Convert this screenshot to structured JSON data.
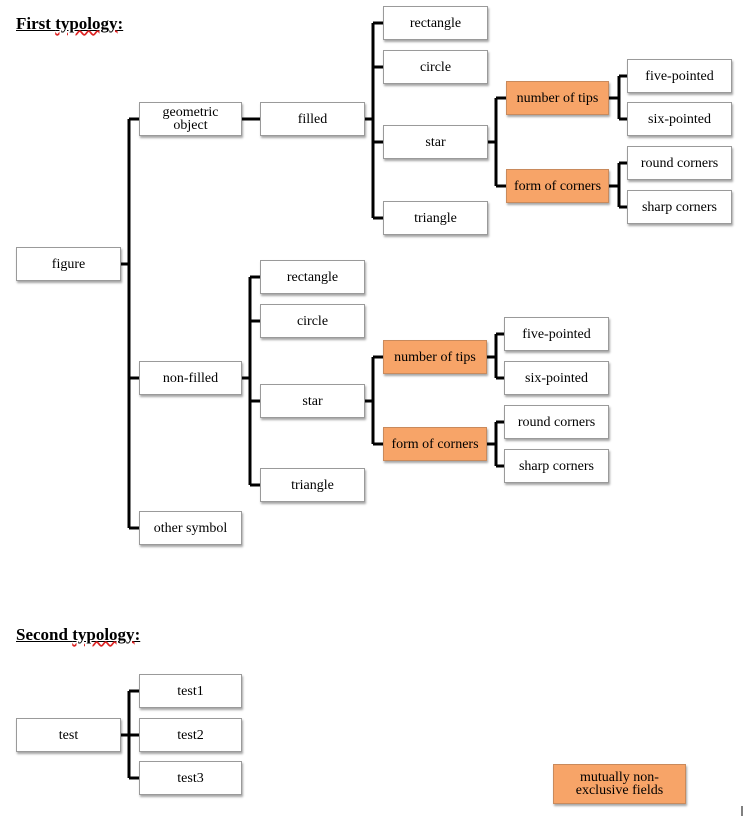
{
  "headings": {
    "first": {
      "prefix": "First ",
      "squiggle": "typology",
      "suffix": ":"
    },
    "second": {
      "prefix": "Second ",
      "squiggle": "typology",
      "suffix": ":"
    }
  },
  "colors": {
    "highlight": "#f7a468",
    "line": "#000000",
    "border": "#9a9a9a"
  },
  "first_typology": {
    "root": "figure",
    "geometric_object": "geometric object",
    "filled": "filled",
    "filled_children": {
      "rectangle": "rectangle",
      "circle": "circle",
      "star": "star",
      "triangle": "triangle"
    },
    "filled_star": {
      "number_of_tips": "number of tips",
      "tips": [
        "five-pointed",
        "six-pointed"
      ],
      "form_of_corners": "form of corners",
      "corners": [
        "round corners",
        "sharp corners"
      ]
    },
    "non_filled": "non-filled",
    "non_filled_children": {
      "rectangle": "rectangle",
      "circle": "circle",
      "star": "star",
      "triangle": "triangle"
    },
    "non_filled_star": {
      "number_of_tips": "number of tips",
      "tips": [
        "five-pointed",
        "six-pointed"
      ],
      "form_of_corners": "form of corners",
      "corners": [
        "round corners",
        "sharp corners"
      ]
    },
    "other_symbol": "other symbol"
  },
  "second_typology": {
    "root": "test",
    "children": [
      "test1",
      "test2",
      "test3"
    ]
  },
  "legend": {
    "label_line1": "mutually non-",
    "label_line2": "exclusive fields"
  }
}
